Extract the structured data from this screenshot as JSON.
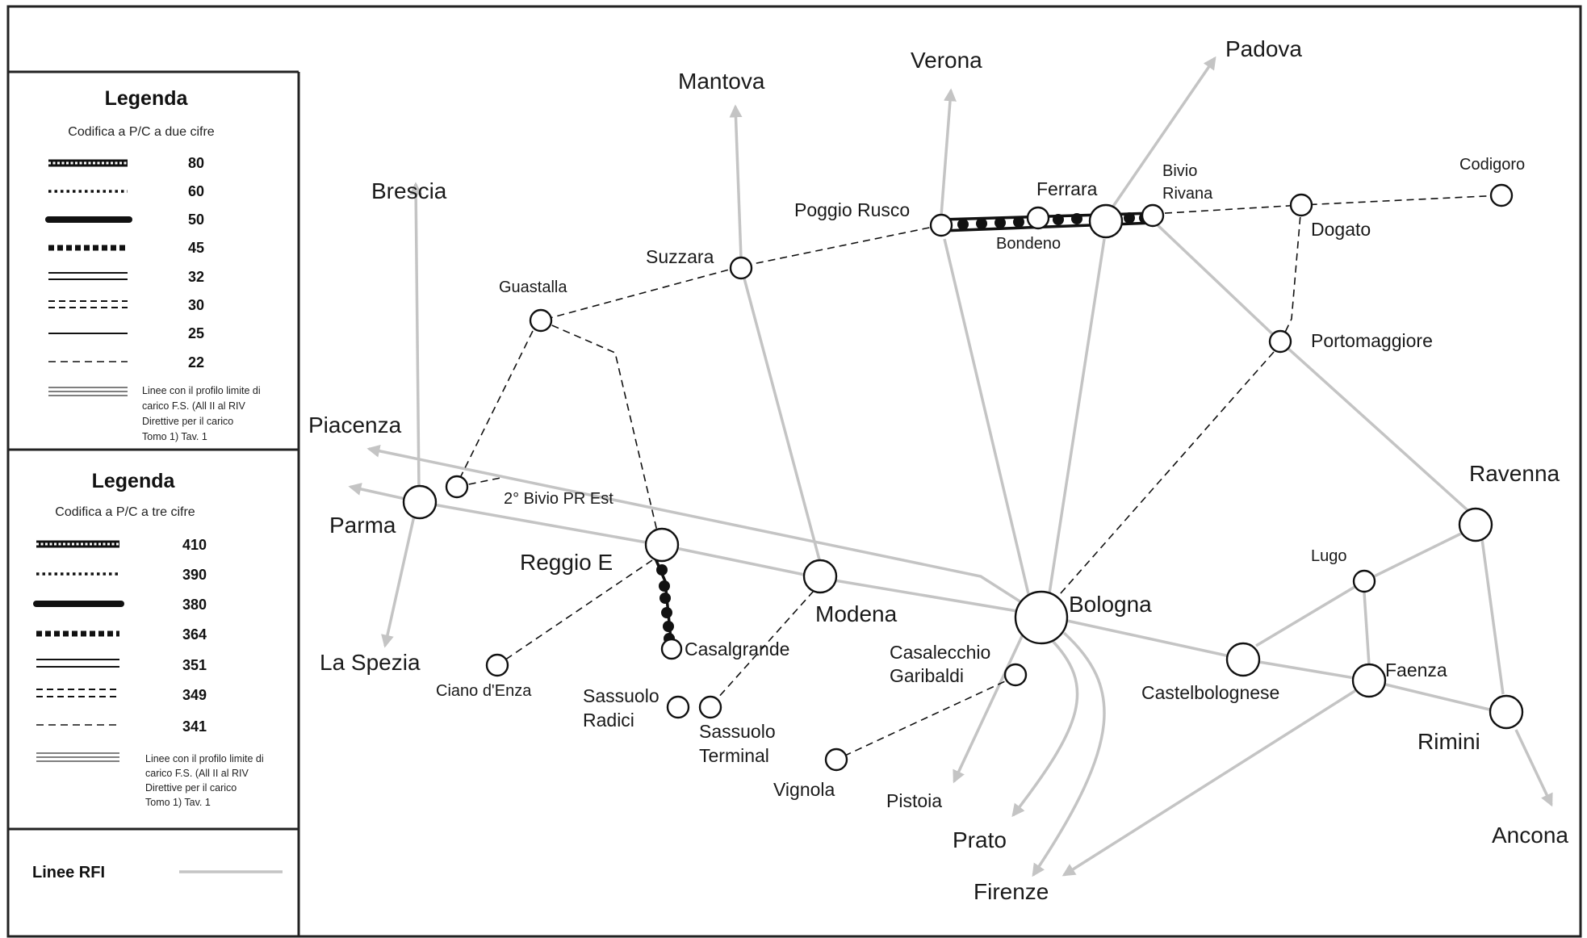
{
  "legend_two_digit": {
    "title": "Legenda",
    "subtitle": "Codifica a P/C a due cifre",
    "items": [
      "80",
      "60",
      "50",
      "45",
      "32",
      "30",
      "25",
      "22"
    ],
    "note": [
      "Linee con il profilo limite di",
      "carico F.S. (All II al RIV",
      "Direttive per il carico",
      "Tomo 1) Tav. 1"
    ]
  },
  "legend_three_digit": {
    "title": "Legenda",
    "subtitle": "Codifica a P/C a tre cifre",
    "items": [
      "410",
      "390",
      "380",
      "364",
      "351",
      "349",
      "341"
    ],
    "note": [
      "Linee con il profilo limite di",
      "carico F.S. (All II al RIV",
      "Direttive per il carico",
      "Tomo 1) Tav. 1"
    ]
  },
  "rfi_legend": {
    "label": "Linee RFI"
  },
  "cities": {
    "mantova": "Mantova",
    "verona": "Verona",
    "padova": "Padova",
    "brescia": "Brescia",
    "codigoro": "Codigoro",
    "poggio_rusco": "Poggio Rusco",
    "ferrara": "Ferrara",
    "bivio_rivana_1": "Bivio",
    "bivio_rivana_2": "Rivana",
    "bondeno": "Bondeno",
    "dogato": "Dogato",
    "suzzara": "Suzzara",
    "guastalla": "Guastalla",
    "portomaggiore": "Portomaggiore",
    "piacenza": "Piacenza",
    "bivio_pr_est": "2° Bivio PR Est",
    "parma": "Parma",
    "reggio": "Reggio E",
    "ravenna": "Ravenna",
    "lugo": "Lugo",
    "bologna": "Bologna",
    "modena": "Modena",
    "casalgrande": "Casalgrande",
    "casalecchio_1": "Casalecchio",
    "casalecchio_2": "Garibaldi",
    "la_spezia": "La Spezia",
    "castelbolognese": "Castelbolognese",
    "faenza": "Faenza",
    "ciano": "Ciano d'Enza",
    "sassuolo_radici_1": "Sassuolo",
    "sassuolo_radici_2": "Radici",
    "sassuolo_terminal_1": "Sassuolo",
    "sassuolo_terminal_2": "Terminal",
    "rimini": "Rimini",
    "vignola": "Vignola",
    "pistoia": "Pistoia",
    "prato": "Prato",
    "ancona": "Ancona",
    "firenze": "Firenze"
  }
}
